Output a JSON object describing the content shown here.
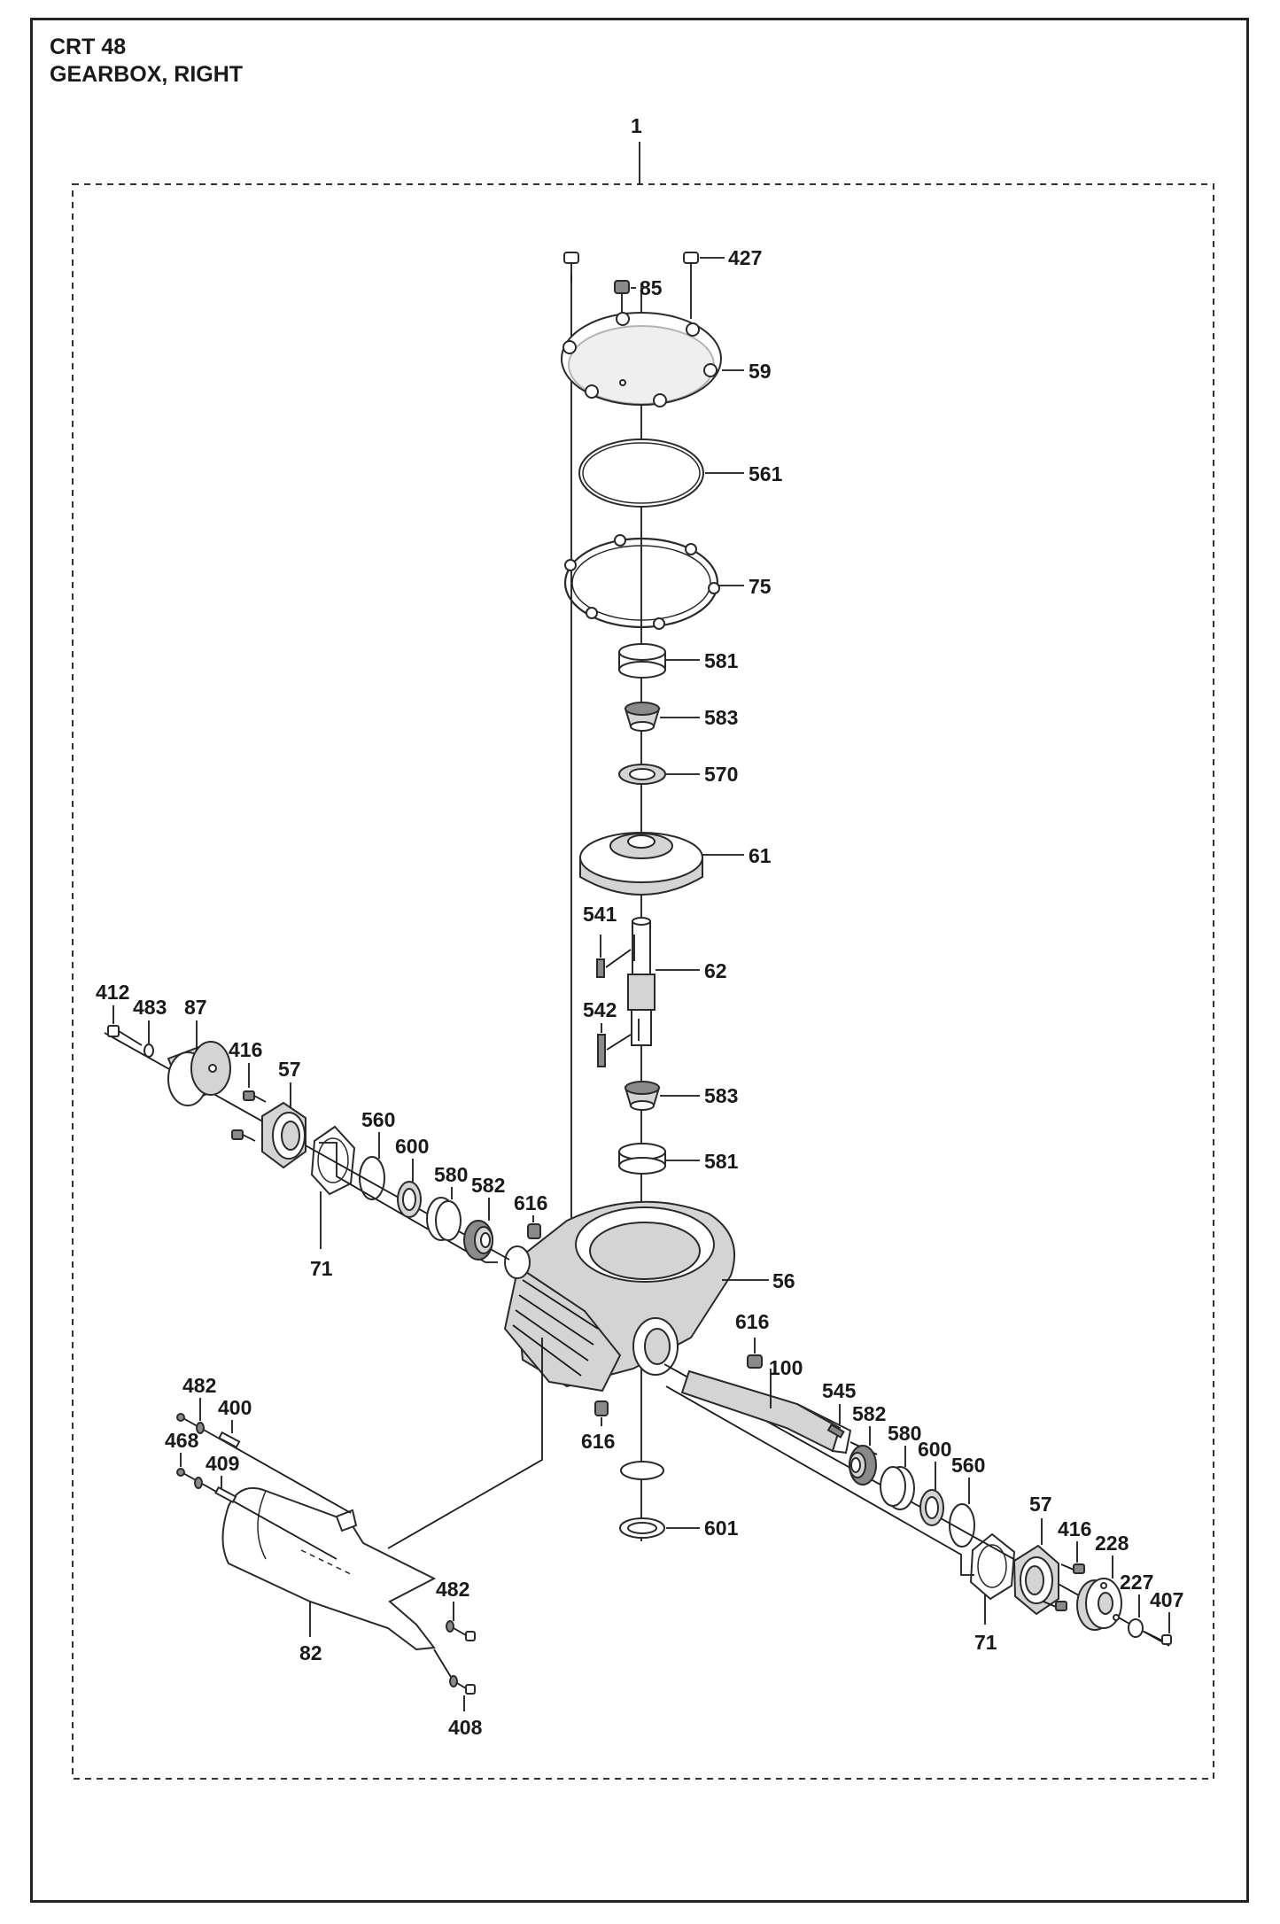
{
  "header": {
    "model": "CRT 48",
    "section": "GEARBOX, RIGHT"
  },
  "assembly_label": "1",
  "labels": {
    "p427": "427",
    "p85": "85",
    "p59": "59",
    "p561": "561",
    "p75": "75",
    "p581a": "581",
    "p583a": "583",
    "p570": "570",
    "p61": "61",
    "p541": "541",
    "p62": "62",
    "p542": "542",
    "p583b": "583",
    "p581b": "581",
    "p412": "412",
    "p483": "483",
    "p87": "87",
    "p416a": "416",
    "p57a": "57",
    "p560a": "560",
    "p600a": "600",
    "p580a": "580",
    "p582a": "582",
    "p616a": "616",
    "p71a": "71",
    "p56": "56",
    "p616b": "616",
    "p100": "100",
    "p545": "545",
    "p582b": "582",
    "p580b": "580",
    "p600b": "600",
    "p560b": "560",
    "p616c": "616",
    "p601": "601",
    "p57b": "57",
    "p416b": "416",
    "p228": "228",
    "p227": "227",
    "p407": "407",
    "p71b": "71",
    "p482a": "482",
    "p400": "400",
    "p468": "468",
    "p409": "409",
    "p482b": "482",
    "p82": "82",
    "p408": "408"
  }
}
